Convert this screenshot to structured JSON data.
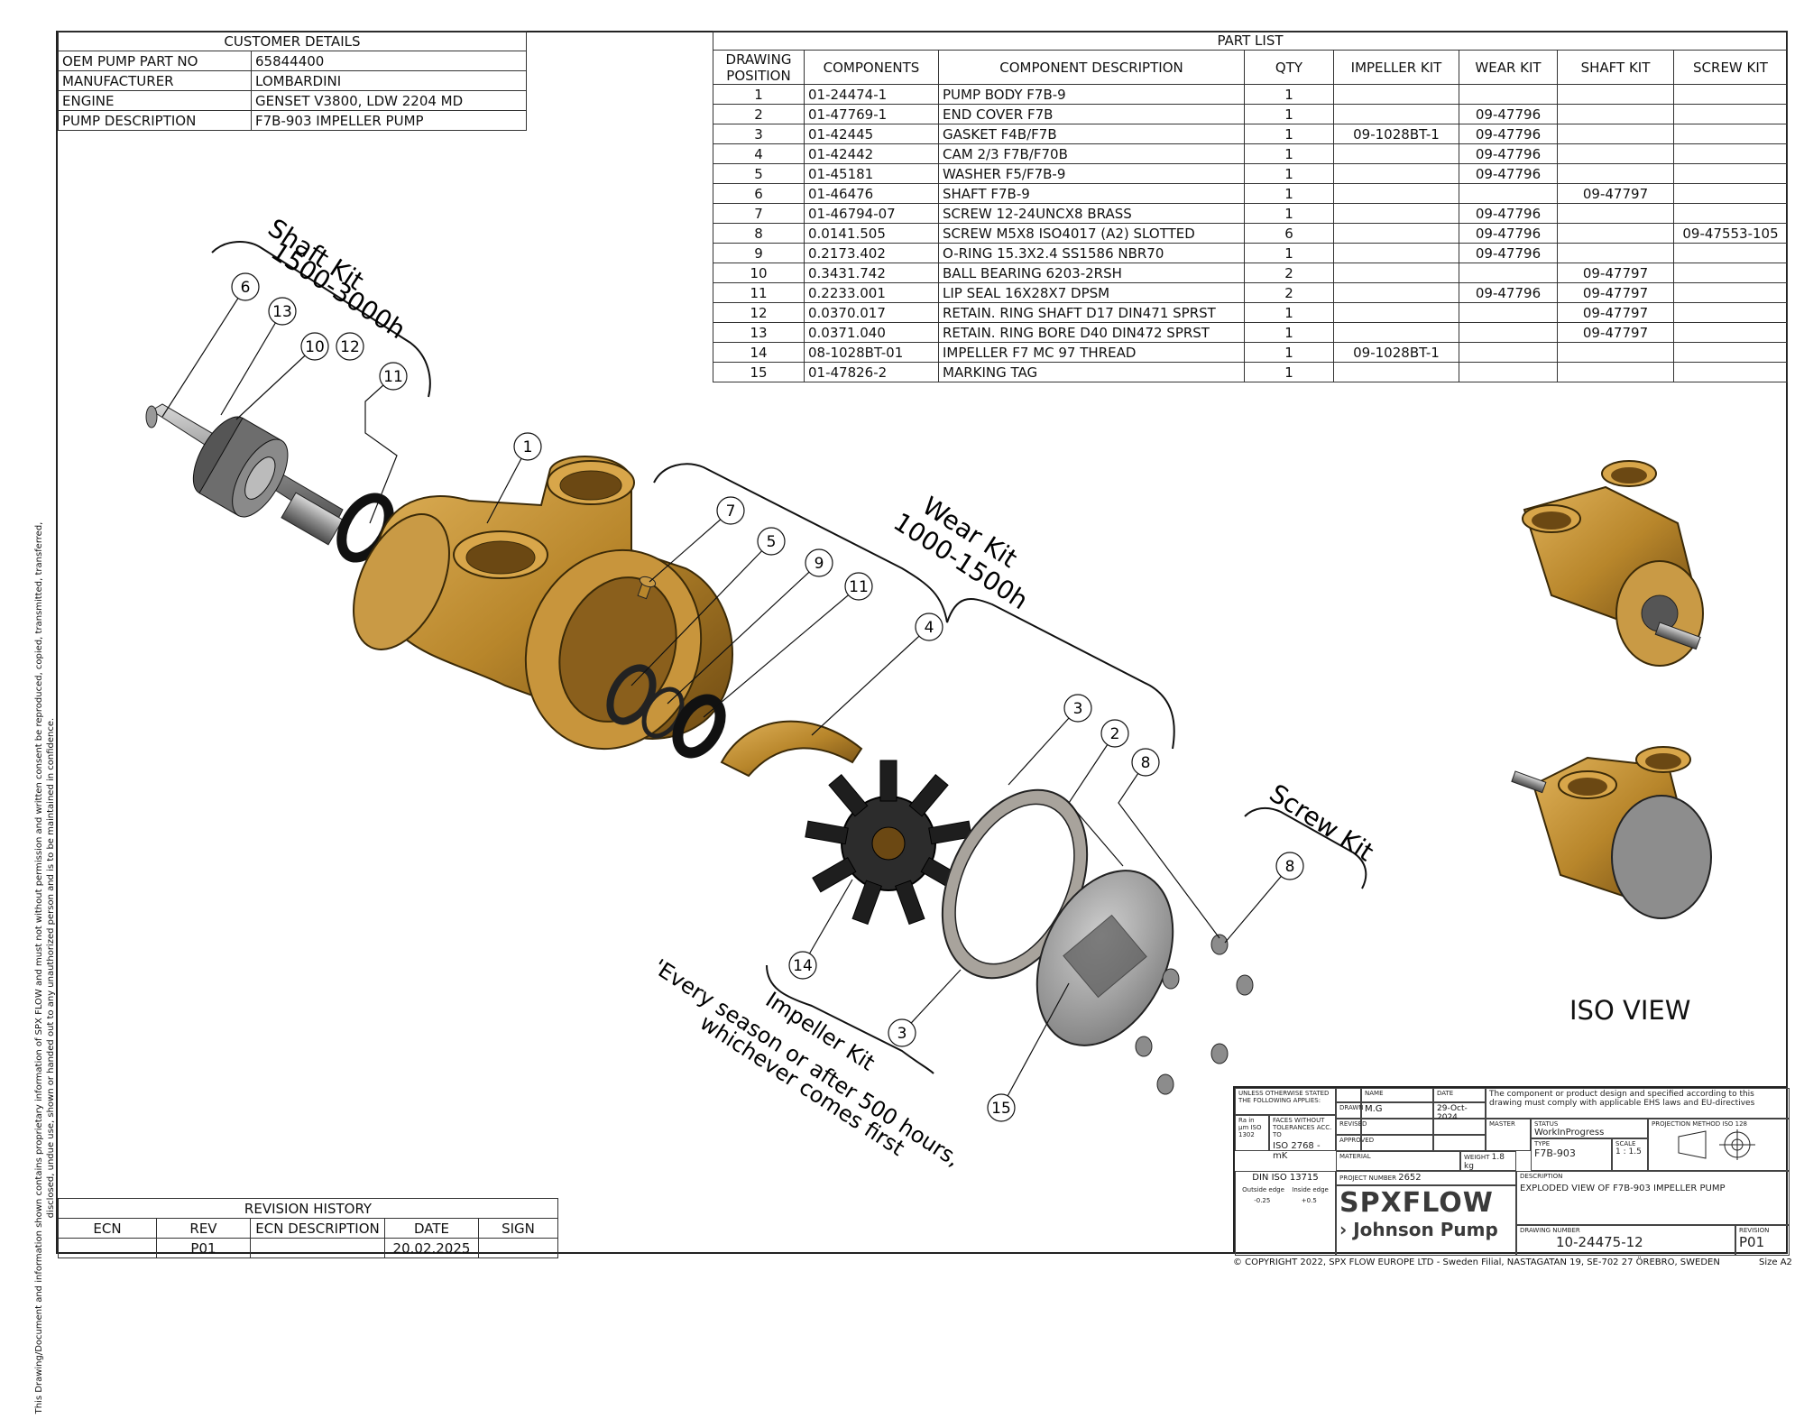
{
  "customer_details": {
    "title": "CUSTOMER DETAILS",
    "rows": [
      {
        "label": "OEM PUMP PART NO",
        "value": "65844400"
      },
      {
        "label": "MANUFACTURER",
        "value": "LOMBARDINI"
      },
      {
        "label": "ENGINE",
        "value": "GENSET V3800, LDW 2204 MD"
      },
      {
        "label": "PUMP DESCRIPTION",
        "value": "F7B-903 IMPELLER PUMP"
      }
    ]
  },
  "part_list": {
    "title": "PART LIST",
    "headers": [
      "DRAWING POSITION",
      "COMPONENTS",
      "COMPONENT DESCRIPTION",
      "QTY",
      "IMPELLER KIT",
      "WEAR KIT",
      "SHAFT KIT",
      "SCREW KIT"
    ],
    "rows": [
      {
        "pos": "1",
        "comp": "01-24474-1",
        "desc": "PUMP BODY F7B-9",
        "qty": "1",
        "imp": "",
        "wear": "",
        "shaft": "",
        "screw": ""
      },
      {
        "pos": "2",
        "comp": "01-47769-1",
        "desc": "END COVER F7B",
        "qty": "1",
        "imp": "",
        "wear": "09-47796",
        "shaft": "",
        "screw": ""
      },
      {
        "pos": "3",
        "comp": "01-42445",
        "desc": "GASKET F4B/F7B",
        "qty": "1",
        "imp": "09-1028BT-1",
        "wear": "09-47796",
        "shaft": "",
        "screw": ""
      },
      {
        "pos": "4",
        "comp": "01-42442",
        "desc": "CAM 2/3 F7B/F70B",
        "qty": "1",
        "imp": "",
        "wear": "09-47796",
        "shaft": "",
        "screw": ""
      },
      {
        "pos": "5",
        "comp": "01-45181",
        "desc": "WASHER F5/F7B-9",
        "qty": "1",
        "imp": "",
        "wear": "09-47796",
        "shaft": "",
        "screw": ""
      },
      {
        "pos": "6",
        "comp": "01-46476",
        "desc": "SHAFT F7B-9",
        "qty": "1",
        "imp": "",
        "wear": "",
        "shaft": "09-47797",
        "screw": ""
      },
      {
        "pos": "7",
        "comp": "01-46794-07",
        "desc": "SCREW 12-24UNCX8 BRASS",
        "qty": "1",
        "imp": "",
        "wear": "09-47796",
        "shaft": "",
        "screw": ""
      },
      {
        "pos": "8",
        "comp": "0.0141.505",
        "desc": "SCREW M5X8 ISO4017 (A2) SLOTTED",
        "qty": "6",
        "imp": "",
        "wear": "09-47796",
        "shaft": "",
        "screw": "09-47553-105"
      },
      {
        "pos": "9",
        "comp": "0.2173.402",
        "desc": "O-RING 15.3X2.4 SS1586 NBR70",
        "qty": "1",
        "imp": "",
        "wear": "09-47796",
        "shaft": "",
        "screw": ""
      },
      {
        "pos": "10",
        "comp": "0.3431.742",
        "desc": "BALL BEARING 6203-2RSH",
        "qty": "2",
        "imp": "",
        "wear": "",
        "shaft": "09-47797",
        "screw": ""
      },
      {
        "pos": "11",
        "comp": "0.2233.001",
        "desc": "LIP SEAL 16X28X7 DPSM",
        "qty": "2",
        "imp": "",
        "wear": "09-47796",
        "shaft": "09-47797",
        "screw": ""
      },
      {
        "pos": "12",
        "comp": "0.0370.017",
        "desc": "RETAIN. RING SHAFT D17 DIN471 SPRST",
        "qty": "1",
        "imp": "",
        "wear": "",
        "shaft": "09-47797",
        "screw": ""
      },
      {
        "pos": "13",
        "comp": "0.0371.040",
        "desc": "RETAIN. RING BORE D40 DIN472 SPRST",
        "qty": "1",
        "imp": "",
        "wear": "",
        "shaft": "09-47797",
        "screw": ""
      },
      {
        "pos": "14",
        "comp": "08-1028BT-01",
        "desc": "IMPELLER F7 MC 97 THREAD",
        "qty": "1",
        "imp": "09-1028BT-1",
        "wear": "",
        "shaft": "",
        "screw": ""
      },
      {
        "pos": "15",
        "comp": "01-47826-2",
        "desc": "MARKING TAG",
        "qty": "1",
        "imp": "",
        "wear": "",
        "shaft": "",
        "screw": ""
      }
    ]
  },
  "kits": {
    "shaft_kit_line1": "Shaft Kit",
    "shaft_kit_line2": "1500-3000h",
    "wear_kit_line1": "Wear Kit",
    "wear_kit_line2": "1000-1500h",
    "screw_kit": "Screw Kit",
    "impeller_kit_line1": "Impeller Kit",
    "impeller_kit_line2": "'Every season or after 500 hours,",
    "impeller_kit_line3": "whichever comes first"
  },
  "callouts": [
    "6",
    "13",
    "10",
    "12",
    "11",
    "1",
    "7",
    "5",
    "9",
    "11",
    "4",
    "3",
    "2",
    "8",
    "8",
    "14",
    "3",
    "15"
  ],
  "iso_view_label": "ISO VIEW",
  "revision_history": {
    "title": "REVISION HISTORY",
    "headers": [
      "ECN",
      "REV",
      "ECN DESCRIPTION",
      "DATE",
      "SIGN"
    ],
    "rows": [
      {
        "ecn": "",
        "rev": "P01",
        "desc": "",
        "date": "20.02.2025",
        "sign": ""
      }
    ]
  },
  "side_text": "This Drawing/Document and information shown contains proprietary information of SPX FLOW and must not without permission and written consent be reproduced, copied, transmitted, transferred, disclosed, undue use, shown or handed out to any unauthorized person and is to be maintained in confidence.",
  "title_block": {
    "unless_stated": "UNLESS OTHERWISE STATED THE FOLLOWING APPLIES:",
    "ra": "Ra in µm ISO 1302",
    "faces": "FACES WITHOUT TOLERANCES ACC. TO",
    "iso2768": "ISO 2768 - mK",
    "din": "DIN ISO 13715",
    "outside_edge": "Outside edge",
    "inside_edge": "Inside edge",
    "outside_val": "-0.25",
    "inside_val": "+0.5",
    "name_label": "NAME",
    "date_label": "DATE",
    "drawn_label": "DRAWN",
    "drawn_name": "M.G",
    "drawn_date": "29-Oct-2024",
    "revised_label": "REVISED",
    "approved_label": "APPROVED",
    "material_label": "MATERIAL",
    "weight_label": "WEIGHT",
    "weight": "1.8 kg",
    "compliance": "The component or product design and specified according to this drawing must comply with applicable EHS laws and EU-directives",
    "master_label": "MASTER",
    "status_label": "STATUS",
    "status": "WorkInProgress",
    "projection_label": "PROJECTION METHOD ISO 128",
    "type_label": "TYPE",
    "type": "F7B-903",
    "scale_label": "SCALE",
    "scale": "1 : 1.5",
    "project_label": "PROJECT NUMBER",
    "project": "2652",
    "description_label": "DESCRIPTION",
    "description": "EXPLODED VIEW OF F7B-903 IMPELLER PUMP",
    "logo_main": "SPXFLOW",
    "logo_sub": "Johnson Pump",
    "drawing_number_label": "DRAWING NUMBER",
    "drawing_number": "10-24475-12",
    "revision_label": "REVISION",
    "revision": "P01"
  },
  "copyright": "© COPYRIGHT 2022, SPX FLOW EUROPE LTD - Sweden Filial, NASTAGATAN 19, SE-702 27 ÖREBRO, SWEDEN",
  "size": "Size  A2",
  "colors": {
    "bronze": "#b8862b",
    "bronze_dark": "#6e4a12",
    "rubber": "#2a2a2a",
    "gasket": "#a8a39c",
    "cover": "#9a9a9a"
  }
}
